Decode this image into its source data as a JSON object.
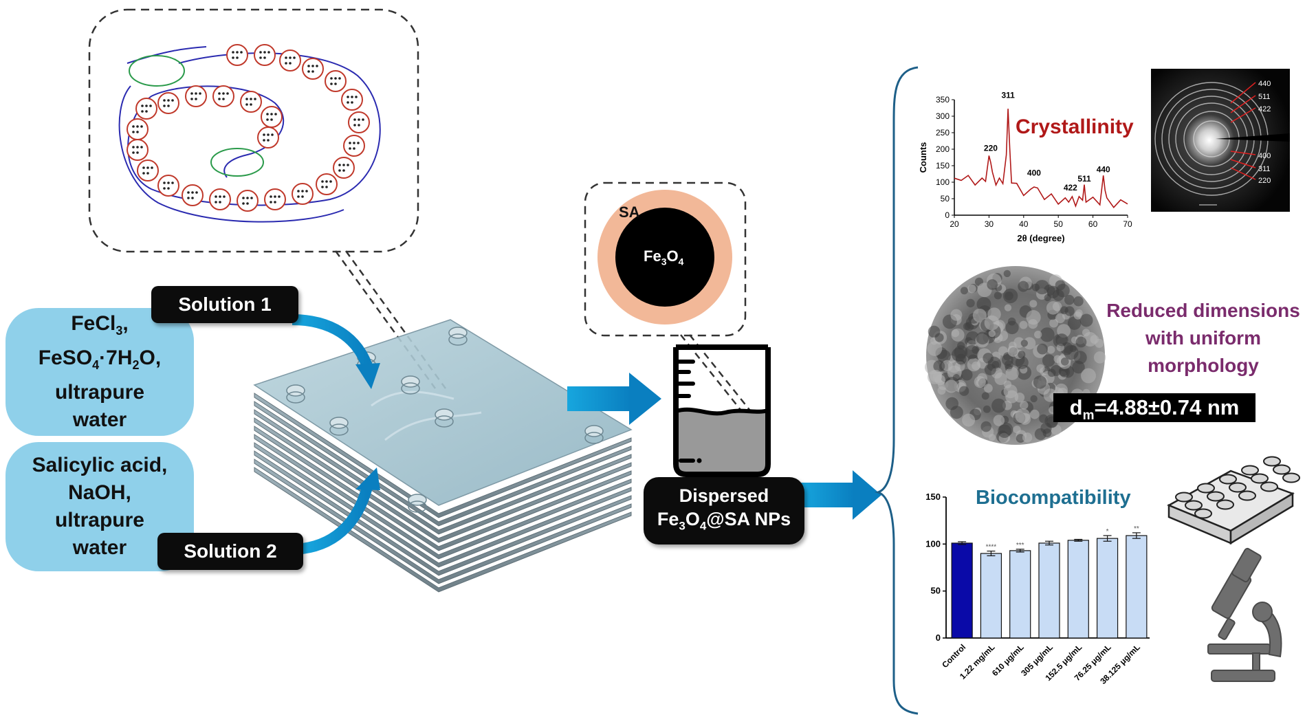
{
  "reagents": {
    "solution1_ingredients": [
      "FeCl3,",
      "FeSO4·7H2O,",
      "ultrapure",
      "water"
    ],
    "solution2_ingredients": [
      "Salicylic acid,",
      "NaOH,",
      "ultrapure",
      "water"
    ],
    "solution1_label": "Solution 1",
    "solution2_label": "Solution 2"
  },
  "particle": {
    "shell_label": "SA",
    "core_label": "Fe3O4",
    "shell_color": "#f2b898",
    "core_color": "#000000"
  },
  "product": {
    "line1": "Dispersed",
    "line2": "Fe3O4@SA NPs"
  },
  "crystallinity": {
    "heading": "Crystallinity",
    "heading_color": "#b01818",
    "saed_rings": [
      "440",
      "511",
      "422",
      "400",
      "311",
      "220"
    ]
  },
  "morphology": {
    "heading_lines": [
      "Reduced dimensions",
      "with uniform",
      "morphology"
    ],
    "heading_color": "#7a2b6c",
    "size_text": "=4.88±0.74 nm",
    "size_symbol": "d",
    "size_subscript": "m"
  },
  "biocompatibility": {
    "heading": "Biocompatibility",
    "heading_color": "#1e6f91"
  },
  "chart_data": [
    {
      "type": "line",
      "title": "",
      "xlabel": "2θ (degree)",
      "ylabel": "Counts",
      "xlim": [
        20,
        70
      ],
      "ylim": [
        0,
        350
      ],
      "x_ticks": [
        20,
        30,
        40,
        50,
        60,
        70
      ],
      "y_ticks": [
        0,
        50,
        100,
        150,
        200,
        250,
        300,
        350
      ],
      "series": [
        {
          "color": "#b01818",
          "points": [
            [
              20,
              112
            ],
            [
              22,
              118
            ],
            [
              24,
              108
            ],
            [
              26,
              104
            ],
            [
              28,
              100
            ],
            [
              29,
              115
            ],
            [
              30,
              168
            ],
            [
              30.5,
              172
            ],
            [
              31,
              118
            ],
            [
              32,
              104
            ],
            [
              33,
              100
            ],
            [
              34,
              108
            ],
            [
              35,
              170
            ],
            [
              35.5,
              335
            ],
            [
              36,
              190
            ],
            [
              36.5,
              110
            ],
            [
              38,
              84
            ],
            [
              40,
              72
            ],
            [
              42,
              66
            ],
            [
              43,
              98
            ],
            [
              44,
              70
            ],
            [
              46,
              60
            ],
            [
              48,
              52
            ],
            [
              50,
              46
            ],
            [
              52,
              40
            ],
            [
              53,
              52
            ],
            [
              54,
              44
            ],
            [
              55,
              40
            ],
            [
              56,
              44
            ],
            [
              57,
              58
            ],
            [
              57.5,
              80
            ],
            [
              58,
              52
            ],
            [
              60,
              42
            ],
            [
              62,
              44
            ],
            [
              63,
              108
            ],
            [
              63.5,
              88
            ],
            [
              64,
              40
            ],
            [
              66,
              36
            ],
            [
              68,
              34
            ],
            [
              70,
              34
            ]
          ]
        }
      ],
      "annotations": [
        {
          "label": "220",
          "x": 30.5,
          "y": 195
        },
        {
          "label": "311",
          "x": 35.5,
          "y": 355
        },
        {
          "label": "400",
          "x": 43,
          "y": 120
        },
        {
          "label": "422",
          "x": 53.5,
          "y": 75
        },
        {
          "label": "511",
          "x": 57.5,
          "y": 102
        },
        {
          "label": "440",
          "x": 63,
          "y": 130
        }
      ]
    },
    {
      "type": "bar",
      "title": "",
      "xlabel": "",
      "ylabel": "",
      "ylim": [
        0,
        150
      ],
      "y_ticks": [
        0,
        50,
        100,
        150
      ],
      "categories": [
        "Control",
        "1.22 mg/mL",
        "610 μg/mL",
        "305 μg/mL",
        "152.5 μg/mL",
        "76.25 μg/mL",
        "38.125 μg/mL"
      ],
      "values": [
        101,
        90,
        93,
        101,
        104,
        106,
        109
      ],
      "errors": [
        1.5,
        2.5,
        1.5,
        2,
        1,
        3,
        3
      ],
      "significance": [
        "",
        "****",
        "***",
        "",
        "",
        "*",
        "**"
      ],
      "colors": [
        "#0a0aa8",
        "#c8dcf5",
        "#c8dcf5",
        "#c8dcf5",
        "#c8dcf5",
        "#c8dcf5",
        "#c8dcf5"
      ]
    }
  ]
}
